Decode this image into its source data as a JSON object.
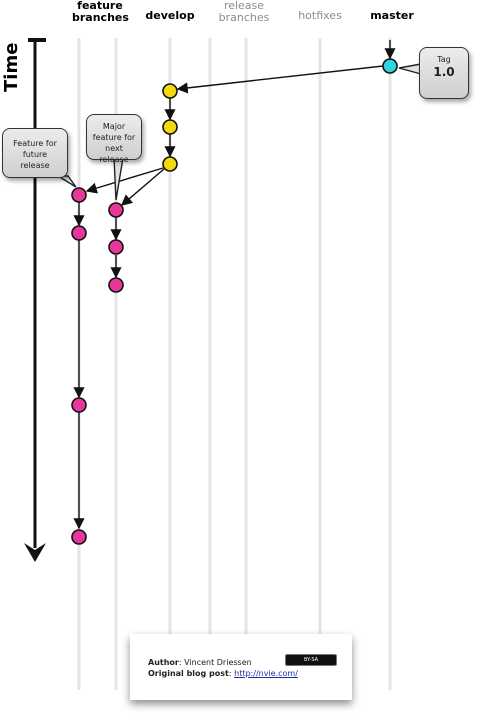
{
  "columns": {
    "feature_branches": "feature\nbranches",
    "develop": "develop",
    "release_branches": "release\nbranches",
    "hotfixes": "hotfixes",
    "master": "master"
  },
  "time_label": "Time",
  "callouts": {
    "tag_label": "Tag",
    "tag_value": "1.0",
    "major_feature": "Major feature for next release",
    "future_feature": "Feature for future release"
  },
  "footer": {
    "author_label": "Author",
    "author_name": "Vincent Driessen",
    "blog_label": "Original blog post",
    "blog_url": "http://nvie.com/",
    "license_badge": "BY-SA"
  },
  "colors": {
    "feature_commit": "#e8379b",
    "develop_commit": "#f5d90f",
    "master_commit": "#2fd4e0",
    "lane": "#dcdcdc"
  },
  "commits": {
    "master": 1,
    "develop": 3,
    "feature_future": 4,
    "feature_major": 3
  }
}
